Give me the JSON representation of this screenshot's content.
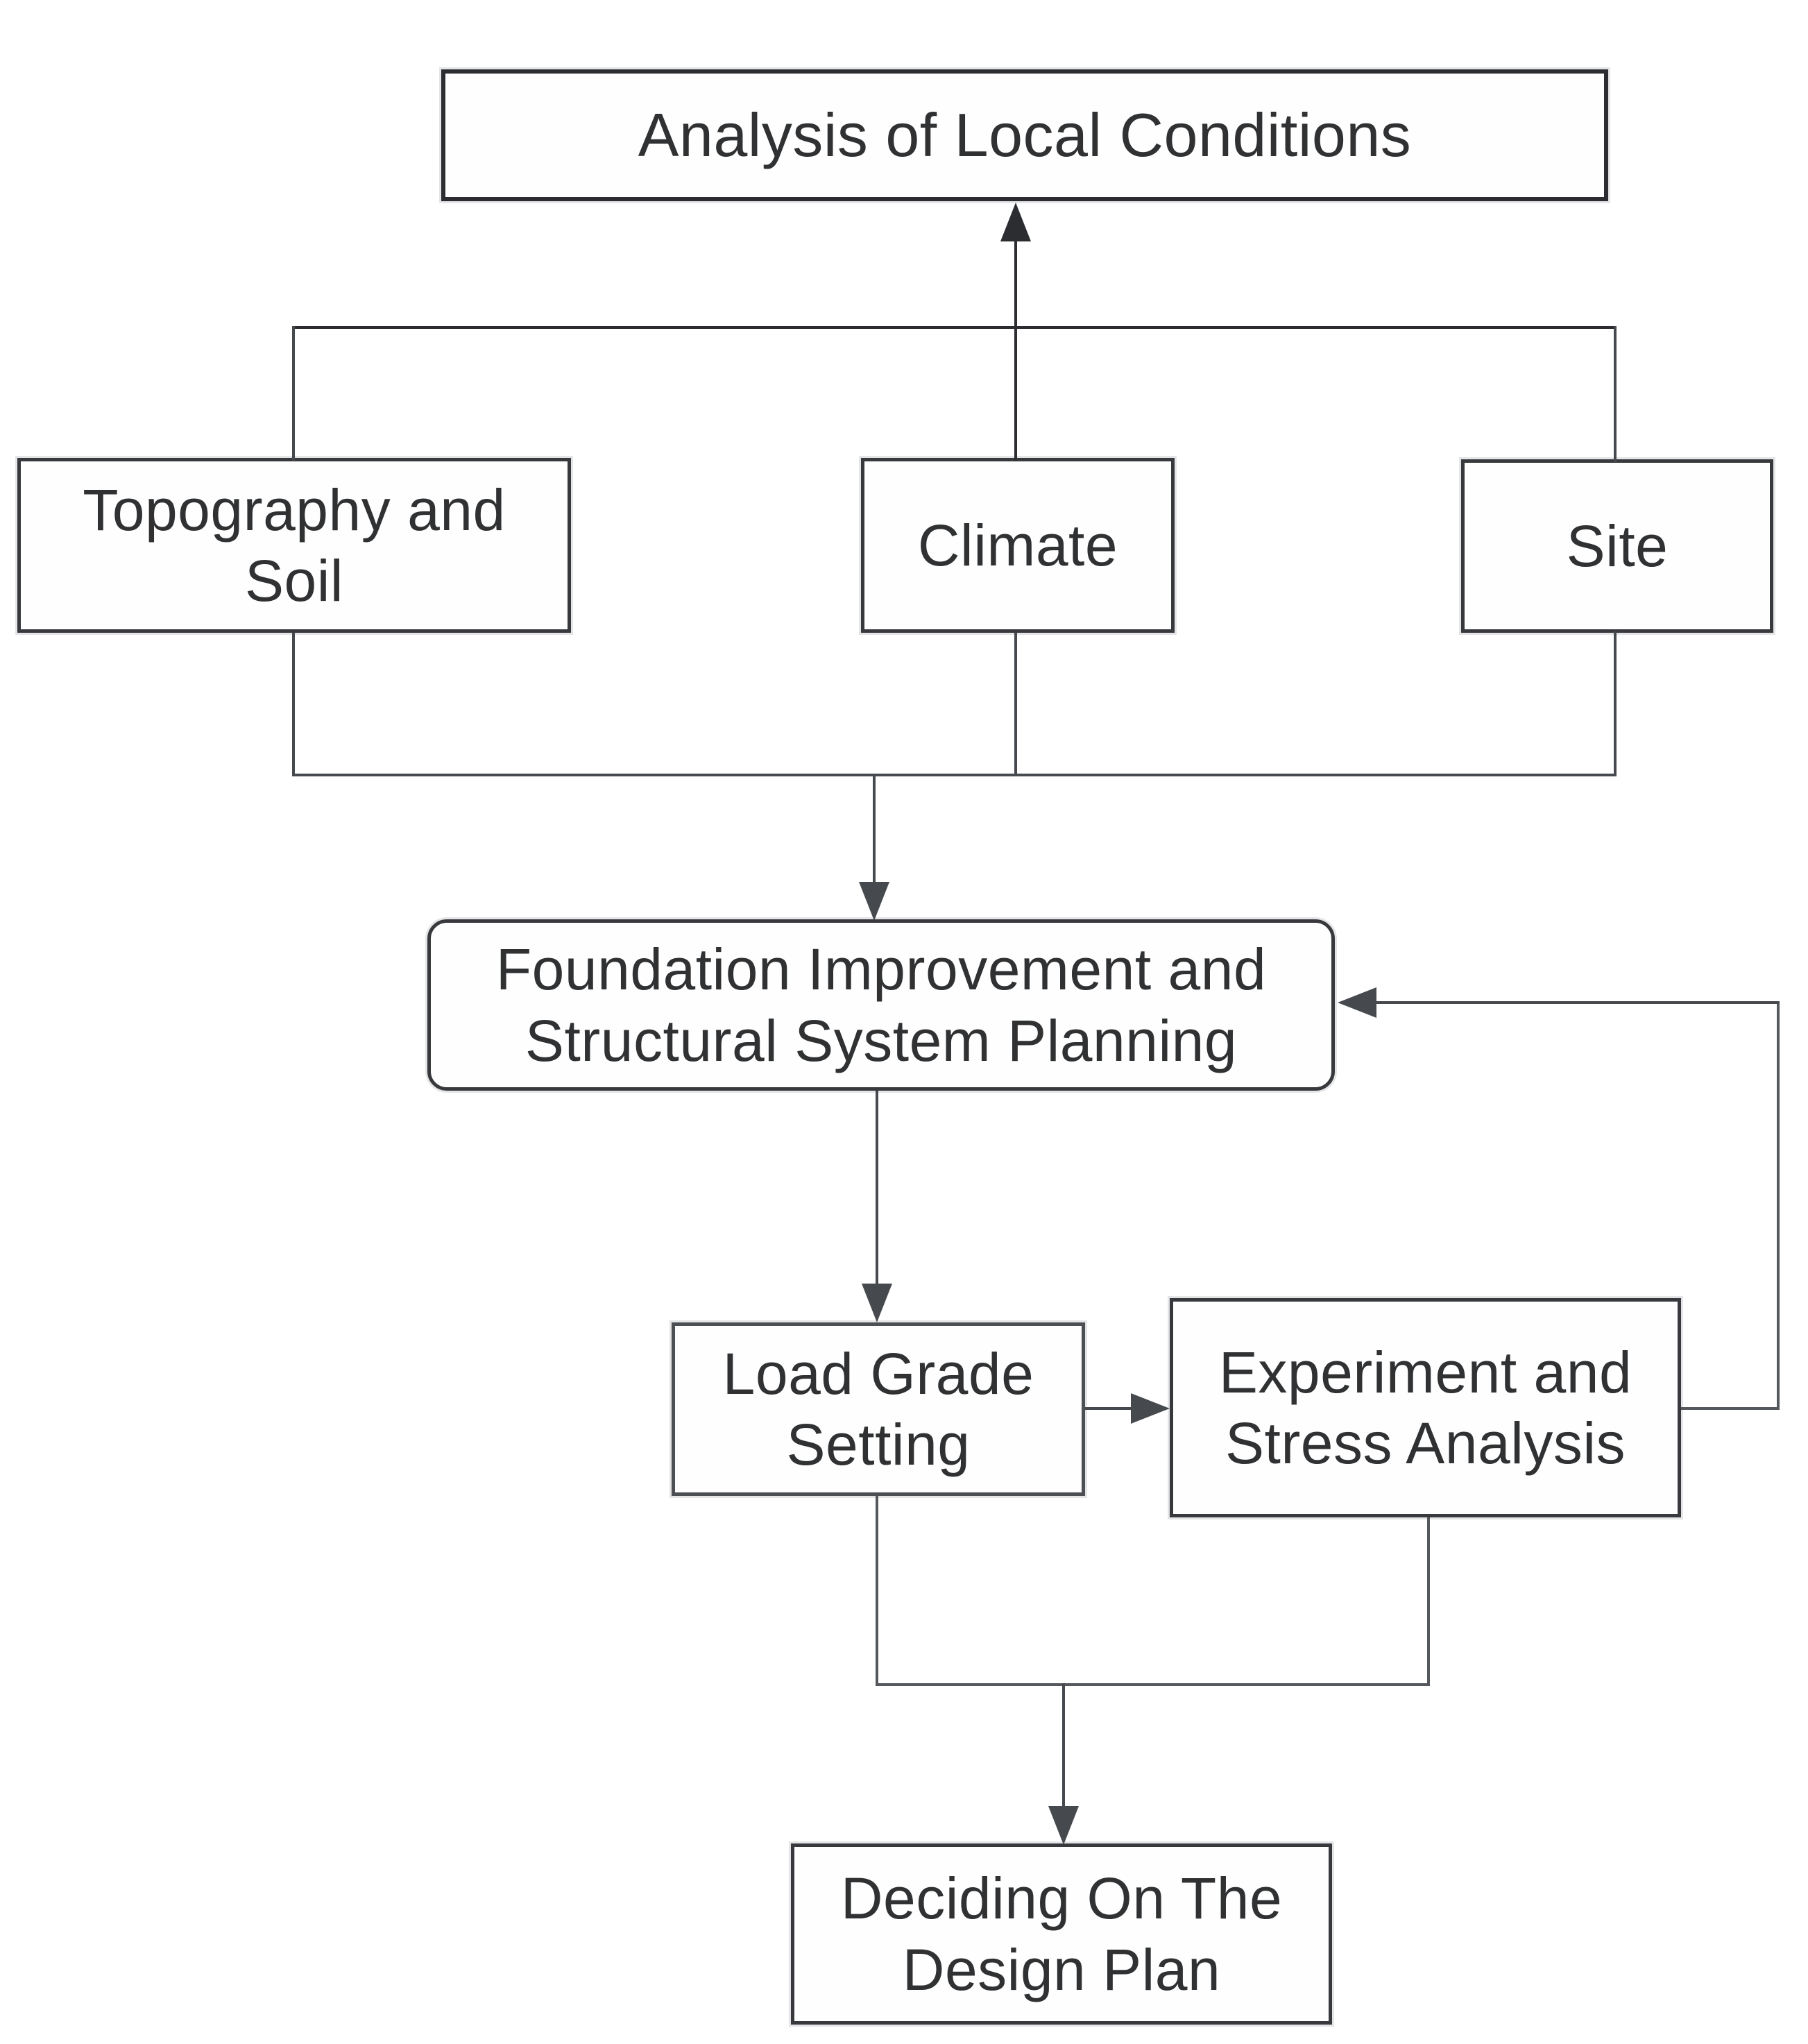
{
  "diagram": {
    "type": "flowchart",
    "background_color": "#ffffff",
    "line_color": "#46494d",
    "box_border_color": "#37393d",
    "text_color": "#2f3133",
    "nodes": {
      "analysis": {
        "label": "Analysis of Local Conditions",
        "shape": "rectangle"
      },
      "topography": {
        "label": "Topography and Soil",
        "shape": "rectangle"
      },
      "climate": {
        "label": "Climate",
        "shape": "rectangle"
      },
      "site": {
        "label": "Site",
        "shape": "rectangle"
      },
      "foundation": {
        "label": "Foundation Improvement and Structural System Planning",
        "shape": "rounded-rectangle"
      },
      "load": {
        "label": "Load Grade Setting",
        "shape": "rectangle"
      },
      "experiment": {
        "label": "Experiment and Stress Analysis",
        "shape": "rectangle"
      },
      "deciding": {
        "label": "Deciding On The Design Plan",
        "shape": "rectangle"
      }
    },
    "edges": [
      {
        "from": "topography|climate|site",
        "to": "analysis",
        "style": "merged bracket, arrow up"
      },
      {
        "from": "topography|climate|site",
        "to": "foundation",
        "style": "merged bracket, arrow down"
      },
      {
        "from": "foundation",
        "to": "load",
        "style": "arrow down"
      },
      {
        "from": "load",
        "to": "experiment",
        "style": "arrow right"
      },
      {
        "from": "experiment",
        "to": "foundation",
        "style": "feedback loop right side, arrow left"
      },
      {
        "from": "load|experiment",
        "to": "deciding",
        "style": "merged below, arrow down"
      }
    ]
  }
}
